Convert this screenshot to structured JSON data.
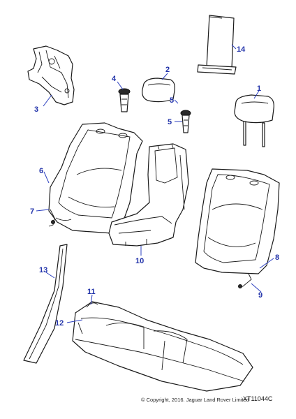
{
  "callouts": [
    "1",
    "2",
    "3",
    "4",
    "5",
    "5",
    "6",
    "7",
    "8",
    "9",
    "10",
    "11",
    "12",
    "13",
    "14"
  ],
  "copyright": "© Copyright, 2016. Jaguar Land Rover Limited",
  "diagram_code": "XT11044C",
  "colors": {
    "callout": "#2233aa",
    "leader": "#2b3fbf",
    "line": "#1a1a1a"
  }
}
